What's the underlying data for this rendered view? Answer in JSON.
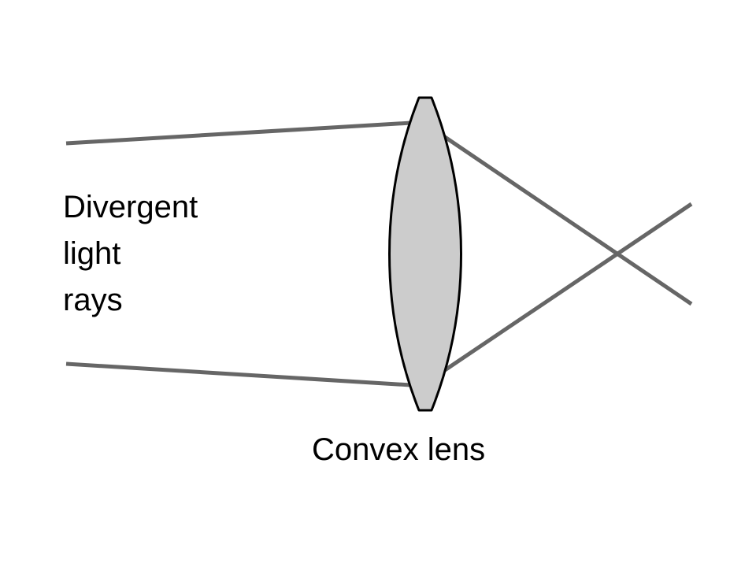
{
  "labels": {
    "rays_line1": "Divergent",
    "rays_line2": "light",
    "rays_line3": "rays",
    "lens": "Convex lens"
  },
  "colors": {
    "ray": "#666666",
    "lens_fill": "#cccccc",
    "lens_stroke": "#000000",
    "text": "#000000",
    "background": "#ffffff"
  }
}
